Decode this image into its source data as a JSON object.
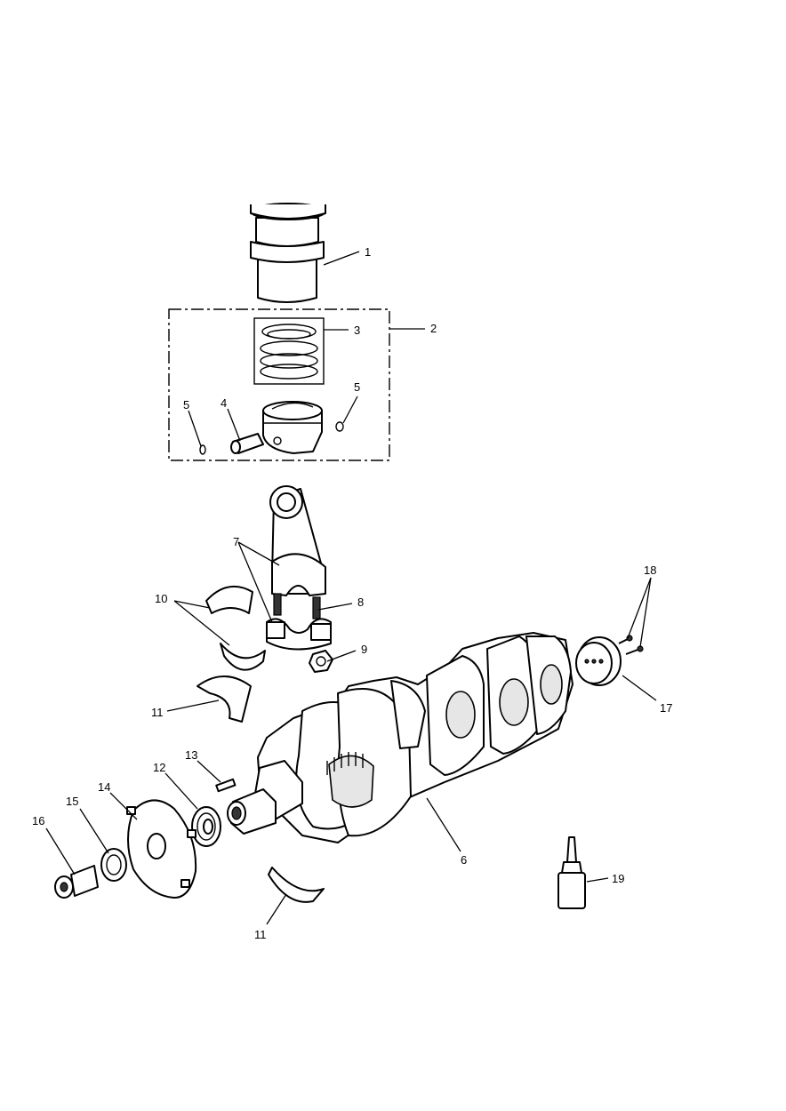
{
  "callouts": [
    {
      "id": "c1",
      "label": "1"
    },
    {
      "id": "c2",
      "label": "2"
    },
    {
      "id": "c3",
      "label": "3"
    },
    {
      "id": "c4",
      "label": "4"
    },
    {
      "id": "c5a",
      "label": "5"
    },
    {
      "id": "c5b",
      "label": "5"
    },
    {
      "id": "c6",
      "label": "6"
    },
    {
      "id": "c7",
      "label": "7"
    },
    {
      "id": "c8",
      "label": "8"
    },
    {
      "id": "c9",
      "label": "9"
    },
    {
      "id": "c10",
      "label": "10"
    },
    {
      "id": "c11a",
      "label": "11"
    },
    {
      "id": "c11b",
      "label": "11"
    },
    {
      "id": "c12",
      "label": "12"
    },
    {
      "id": "c13",
      "label": "13"
    },
    {
      "id": "c14",
      "label": "14"
    },
    {
      "id": "c15",
      "label": "15"
    },
    {
      "id": "c16",
      "label": "16"
    },
    {
      "id": "c17",
      "label": "17"
    },
    {
      "id": "c18",
      "label": "18"
    },
    {
      "id": "c19",
      "label": "19"
    }
  ]
}
